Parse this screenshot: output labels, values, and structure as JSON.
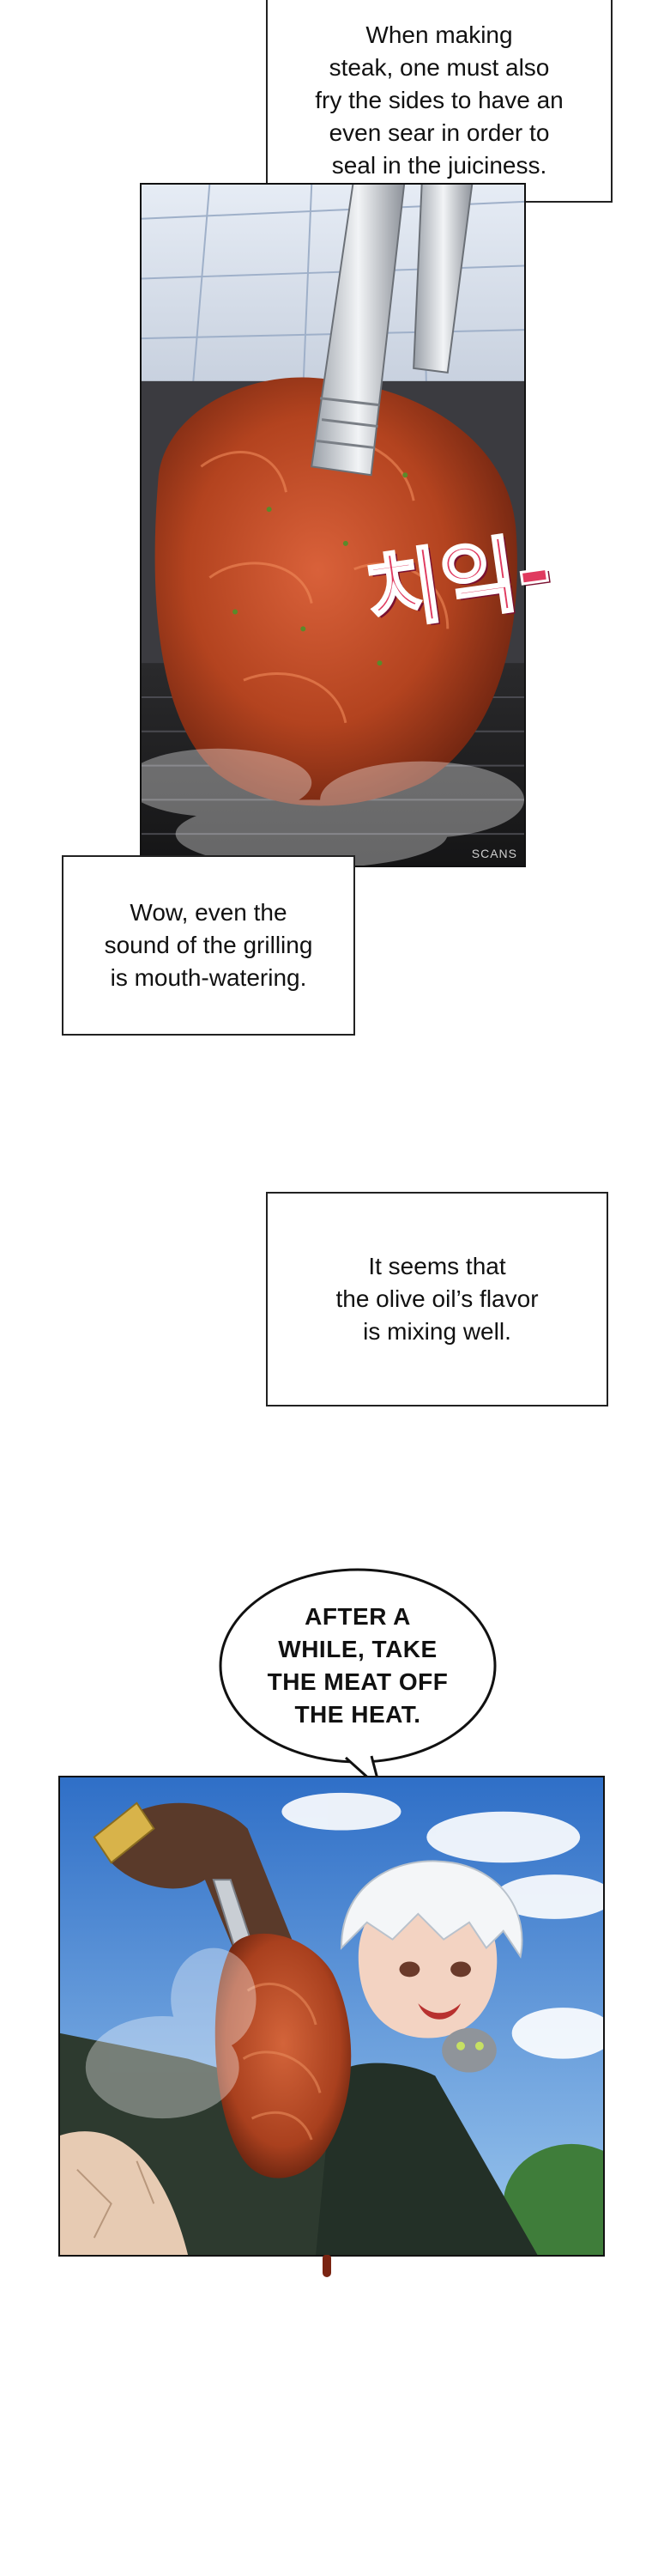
{
  "captions": {
    "steak_tip": "When making\nsteak, one must also\nfry the sides to have an\neven sear in order to\nseal in the juiciness.",
    "grilling_sound": "Wow, even the\nsound of the grilling\nis mouth-watering.",
    "olive_oil": "It seems that\nthe olive oil’s flavor\nis mixing well."
  },
  "speech_bubble": {
    "text": "AFTER A\nWHILE, TAKE\nTHE MEAT OFF\nTHE HEAT."
  },
  "sound_effect": {
    "text": "치익-"
  },
  "watermark": {
    "text": "SCANS"
  }
}
